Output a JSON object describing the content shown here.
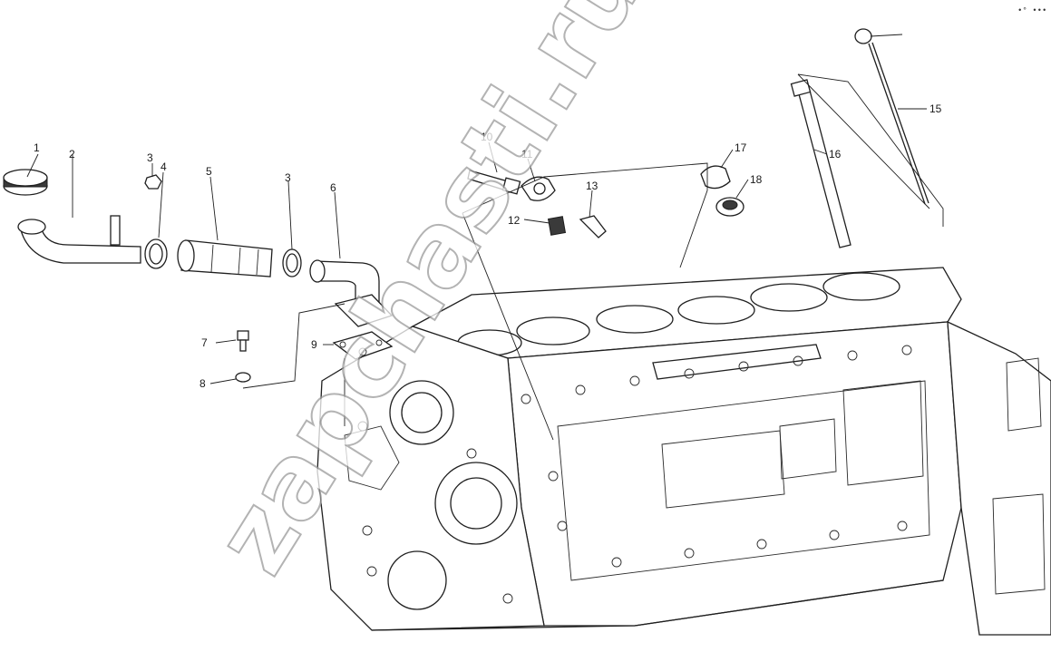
{
  "diagram": {
    "corner_mark": "•° •••",
    "watermark": "zapchasti.ru",
    "callouts": [
      {
        "id": "c1",
        "label": "1"
      },
      {
        "id": "c2",
        "label": "2"
      },
      {
        "id": "c3a",
        "label": "3"
      },
      {
        "id": "c4",
        "label": "4"
      },
      {
        "id": "c5",
        "label": "5"
      },
      {
        "id": "c3b",
        "label": "3"
      },
      {
        "id": "c6",
        "label": "6"
      },
      {
        "id": "c7",
        "label": "7"
      },
      {
        "id": "c8",
        "label": "8"
      },
      {
        "id": "c9",
        "label": "9"
      },
      {
        "id": "c10",
        "label": "10"
      },
      {
        "id": "c11",
        "label": "11"
      },
      {
        "id": "c12",
        "label": "12"
      },
      {
        "id": "c13",
        "label": "13"
      },
      {
        "id": "c15",
        "label": "15"
      },
      {
        "id": "c16",
        "label": "16"
      },
      {
        "id": "c17",
        "label": "17"
      },
      {
        "id": "c18",
        "label": "18"
      }
    ]
  }
}
